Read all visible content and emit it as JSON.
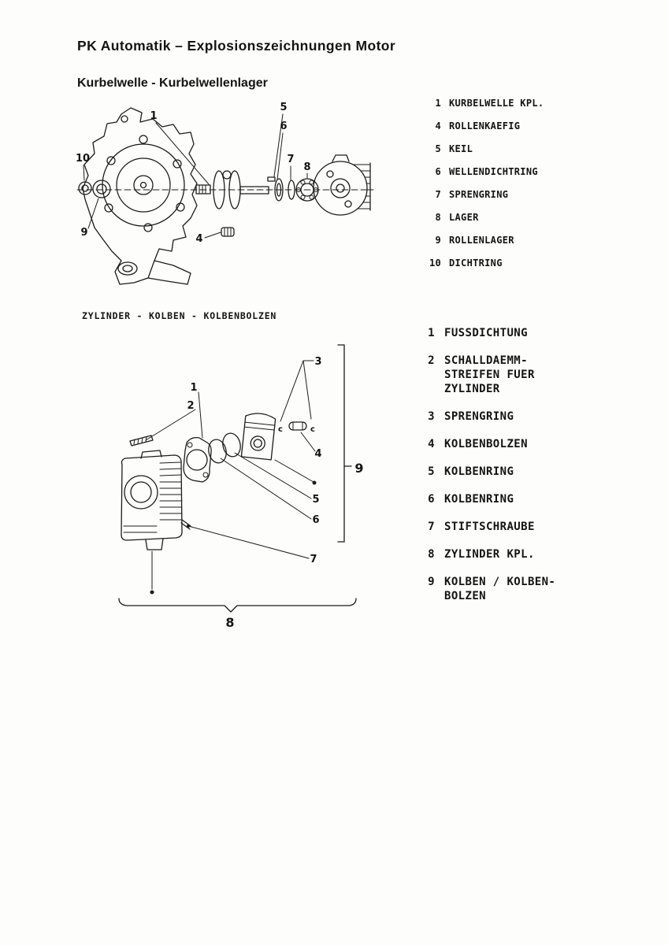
{
  "page": {
    "title": "PK Automatik – Explosionszeichnungen Motor"
  },
  "ink_color": "#1c1c1c",
  "crank_section": {
    "heading": "Kurbelwelle - Kurbelwellenlager",
    "parts": [
      {
        "num": "1",
        "label": "KURBELWELLE KPL."
      },
      {
        "num": "4",
        "label": "ROLLENKAEFIG"
      },
      {
        "num": "5",
        "label": "KEIL"
      },
      {
        "num": "6",
        "label": "WELLENDICHTRING"
      },
      {
        "num": "7",
        "label": "SPRENGRING"
      },
      {
        "num": "8",
        "label": "LAGER"
      },
      {
        "num": "9",
        "label": "ROLLENLAGER"
      },
      {
        "num": "10",
        "label": "DICHTRING"
      }
    ],
    "callouts": {
      "n1": "1",
      "n4": "4",
      "n5": "5",
      "n6": "6",
      "n7": "7",
      "n8": "8",
      "n9": "9",
      "n10": "10"
    }
  },
  "cylinder_section": {
    "heading": "ZYLINDER - KOLBEN - KOLBENBOLZEN",
    "parts": [
      {
        "num": "1",
        "label": "FUSSDICHTUNG"
      },
      {
        "num": "2",
        "label": "SCHALLDAEMM-\nSTREIFEN FUER\nZYLINDER"
      },
      {
        "num": "3",
        "label": "SPRENGRING"
      },
      {
        "num": "4",
        "label": "KOLBENBOLZEN"
      },
      {
        "num": "5",
        "label": "KOLBENRING"
      },
      {
        "num": "6",
        "label": "KOLBENRING"
      },
      {
        "num": "7",
        "label": "STIFTSCHRAUBE"
      },
      {
        "num": "8",
        "label": "ZYLINDER KPL."
      },
      {
        "num": "9",
        "label": "KOLBEN / KOLBEN-\nBOLZEN"
      }
    ],
    "callouts": {
      "n1": "1",
      "n2": "2",
      "n3": "3",
      "n4": "4",
      "n5": "5",
      "n6": "6",
      "n7": "7",
      "n8": "8",
      "n9": "9"
    },
    "clip_marks": {
      "left": "c",
      "right": "c"
    }
  }
}
